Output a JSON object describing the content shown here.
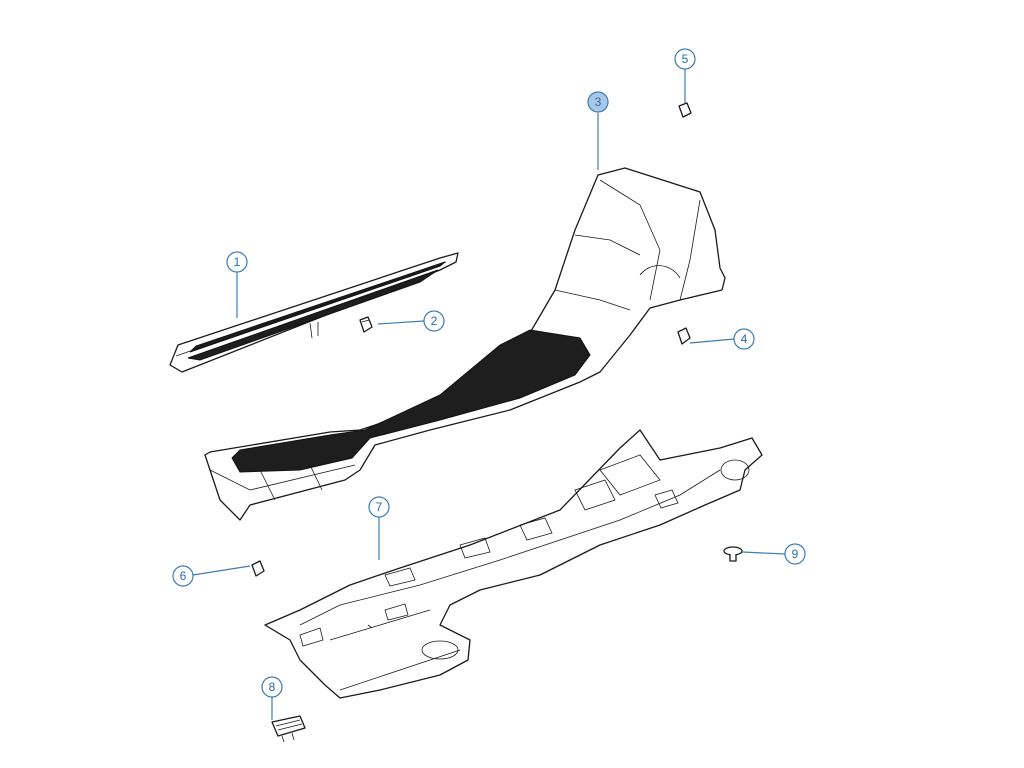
{
  "callouts": [
    {
      "id": "callout-1",
      "label": "1"
    },
    {
      "id": "callout-2",
      "label": "2"
    },
    {
      "id": "callout-3",
      "label": "3"
    },
    {
      "id": "callout-4",
      "label": "4"
    },
    {
      "id": "callout-5",
      "label": "5"
    },
    {
      "id": "callout-6",
      "label": "6"
    },
    {
      "id": "callout-7",
      "label": "7"
    },
    {
      "id": "callout-8",
      "label": "8"
    },
    {
      "id": "callout-9",
      "label": "9"
    }
  ],
  "highlighted_callout": "3",
  "colors": {
    "callout_stroke": "#3d7bb5",
    "callout_highlight_fill": "#a9c8e6",
    "line_art": "#1a1a1a"
  }
}
